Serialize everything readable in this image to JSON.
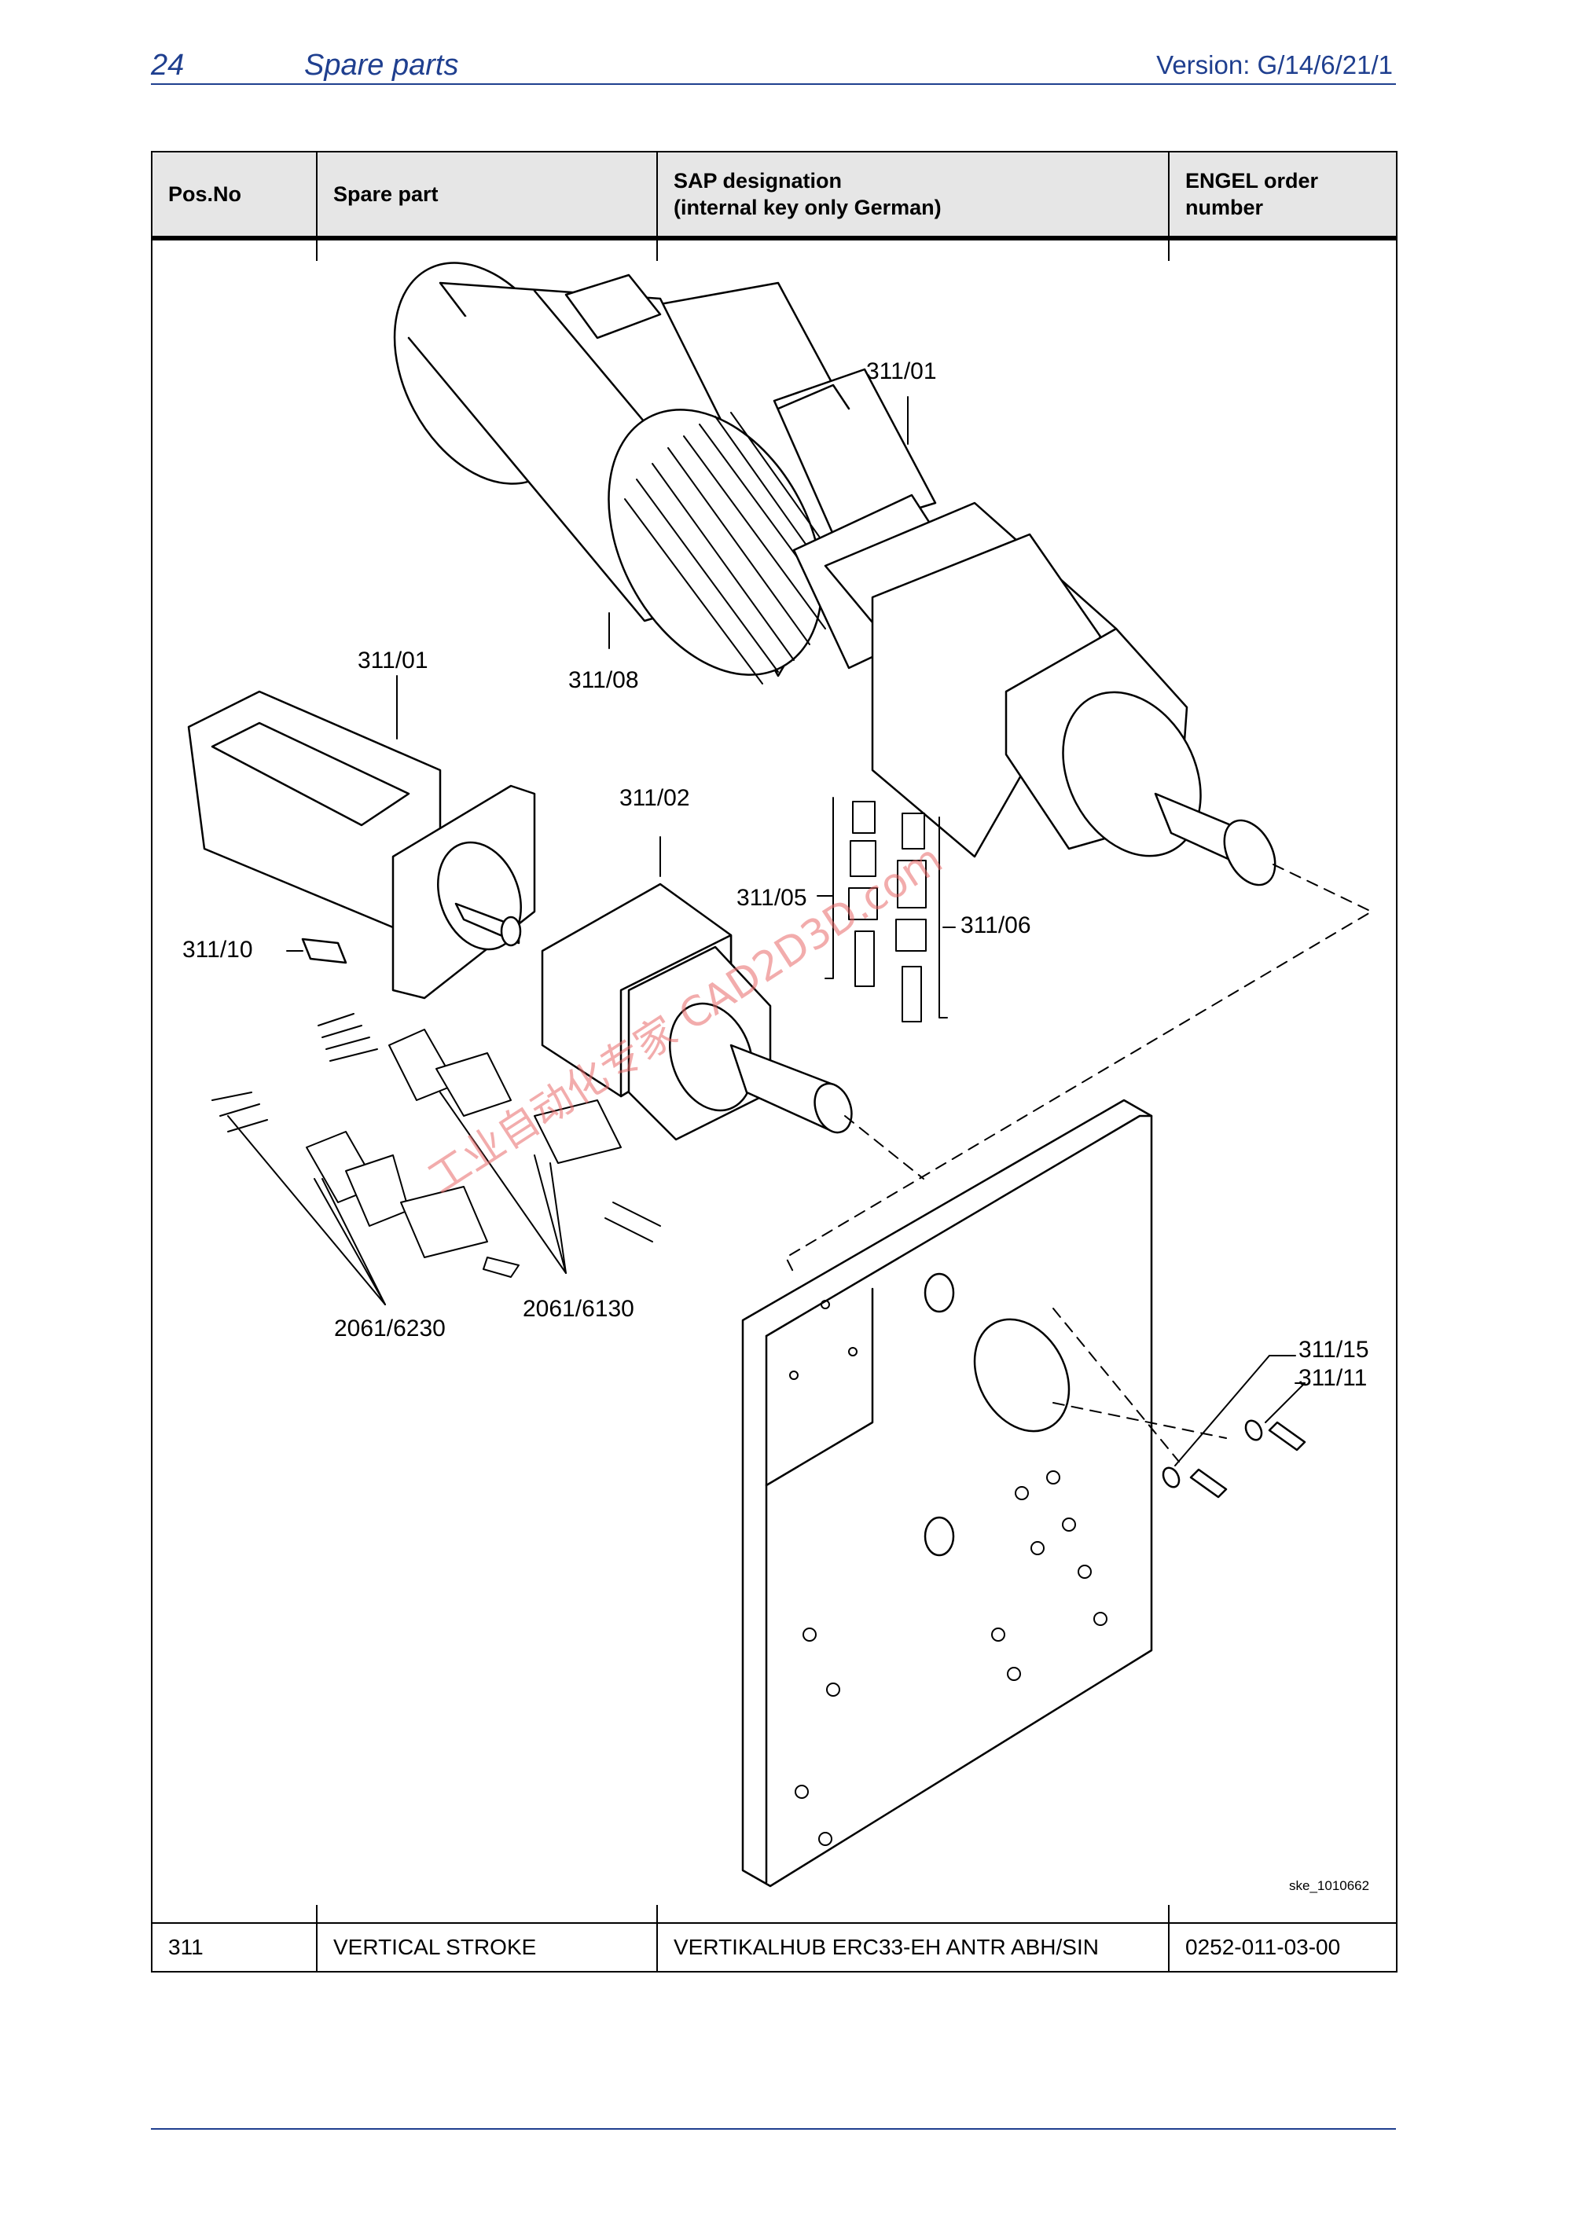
{
  "header": {
    "page_number": "24",
    "section_title": "Spare parts",
    "version": "Version: G/14/6/21/1"
  },
  "table": {
    "columns": {
      "pos_no": "Pos.No",
      "spare_part": "Spare part",
      "sap_line1": "SAP designation",
      "sap_line2": "(internal key only German)",
      "order_line1": "ENGEL order",
      "order_line2": "number"
    },
    "rows": [
      {
        "pos_no": "311",
        "spare_part": "VERTICAL STROKE",
        "sap_designation": "VERTIKALHUB ERC33-EH ANTR ABH/SIN",
        "order_number": "0252-011-03-00"
      }
    ]
  },
  "drawing": {
    "reference": "ske_1010662",
    "callouts": {
      "c311_01_top": "311/01",
      "c311_01_left": "311/01",
      "c311_08": "311/08",
      "c311_02": "311/02",
      "c311_05": "311/05",
      "c311_06": "311/06",
      "c311_10": "311/10",
      "c2061_6230": "2061/6230",
      "c2061_6130": "2061/6130",
      "c311_15": "311/15",
      "c311_11": "311/11"
    },
    "watermark": "工业自动化专家 CAD2D3D.com"
  },
  "colors": {
    "header_blue": "#1f3f8f",
    "header_fill": "#e6e6e6",
    "watermark_red": "#e86a6a"
  }
}
